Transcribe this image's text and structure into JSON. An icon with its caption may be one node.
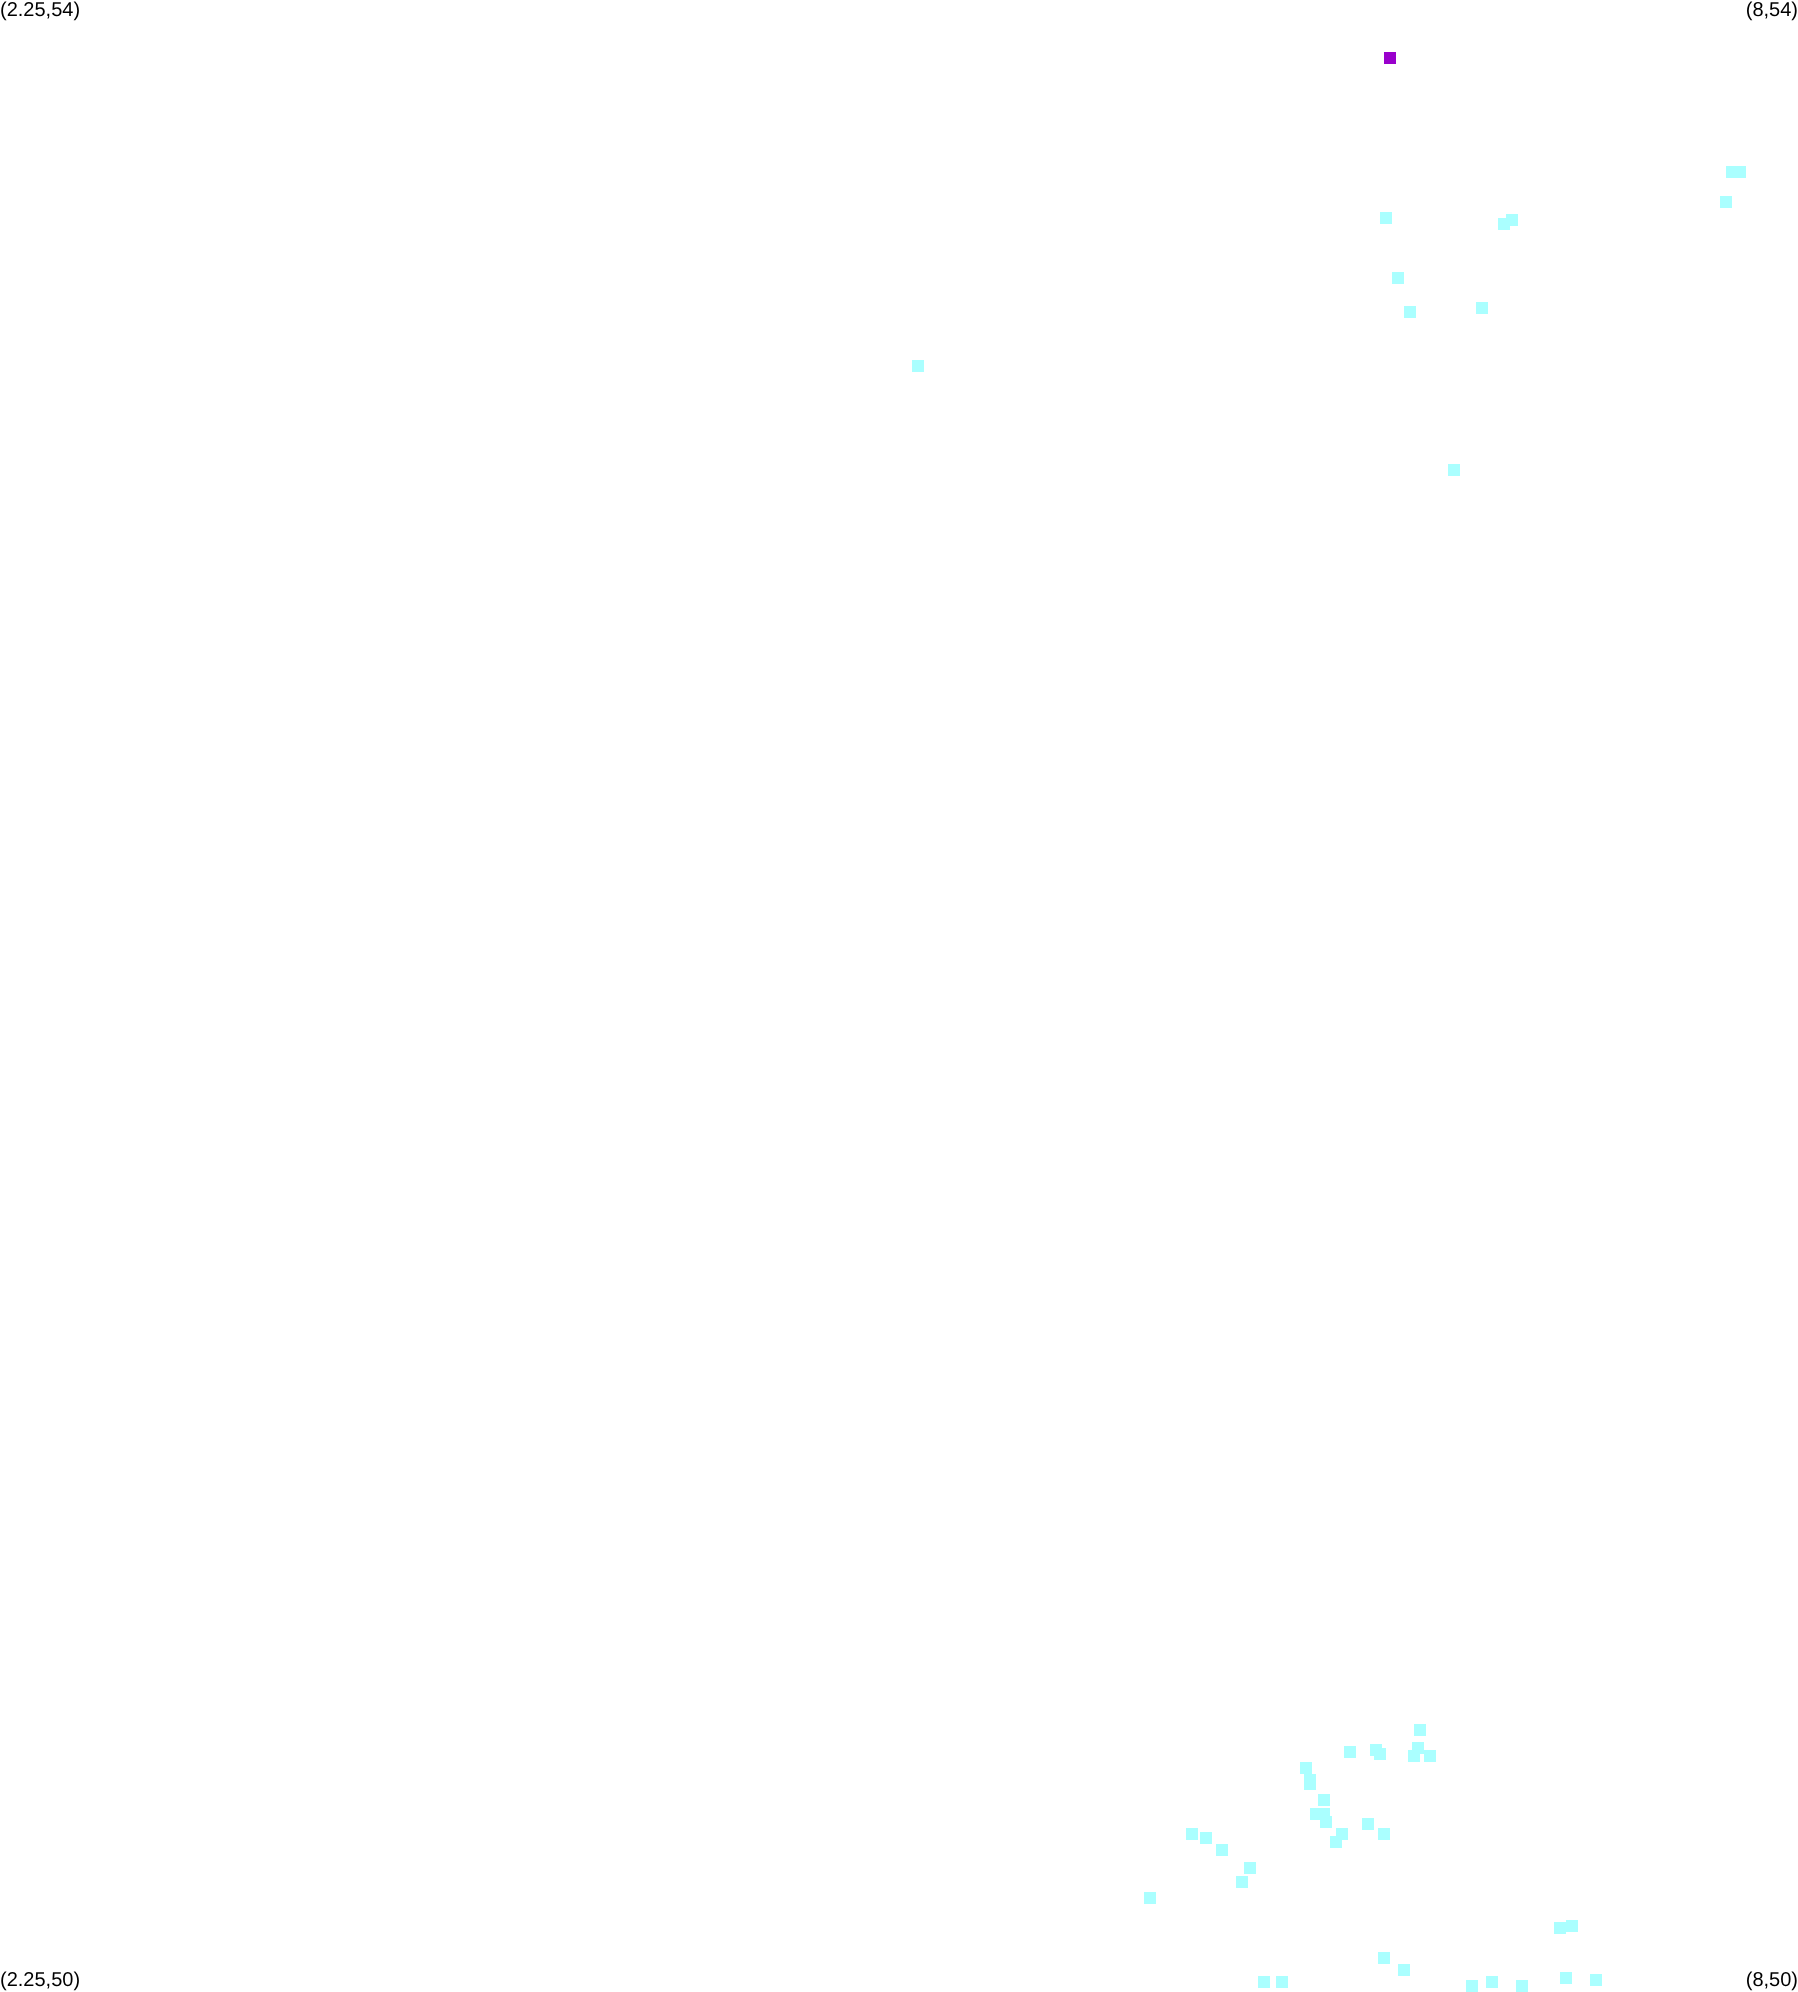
{
  "diagram": {
    "labels": [
      "(2.25,54)",
      "(8,54)",
      "(2.25,50)",
      "(8,50)"
    ]
  }
}
